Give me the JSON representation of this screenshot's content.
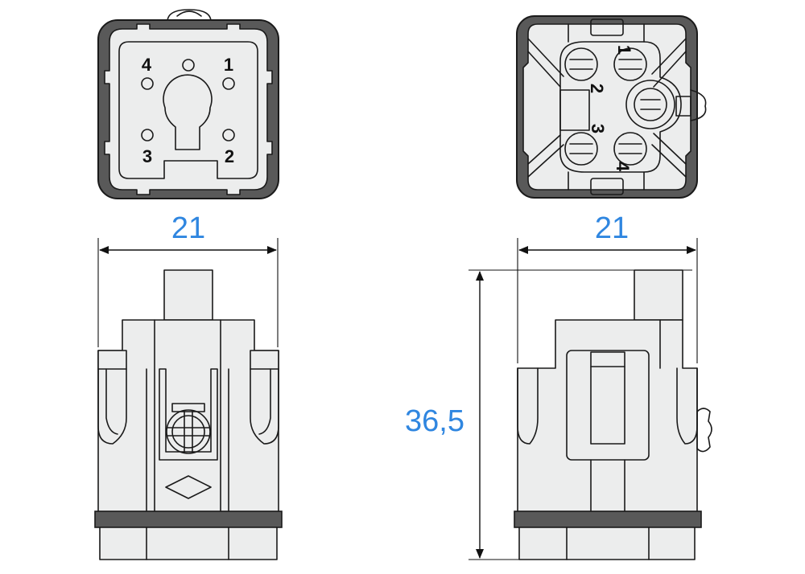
{
  "colors": {
    "dimension_text": "#2f86e0",
    "housing_dark": "#595959",
    "body_fill": "#eceded",
    "outline": "#1a1a1a"
  },
  "front_view": {
    "pin_labels": [
      "4",
      "1",
      "3",
      "2"
    ]
  },
  "rear_view": {
    "terminal_labels": [
      "1",
      "2",
      "3",
      "4"
    ]
  },
  "dimensions": {
    "width_left": "21",
    "width_right": "21",
    "height_right": "36,5"
  }
}
